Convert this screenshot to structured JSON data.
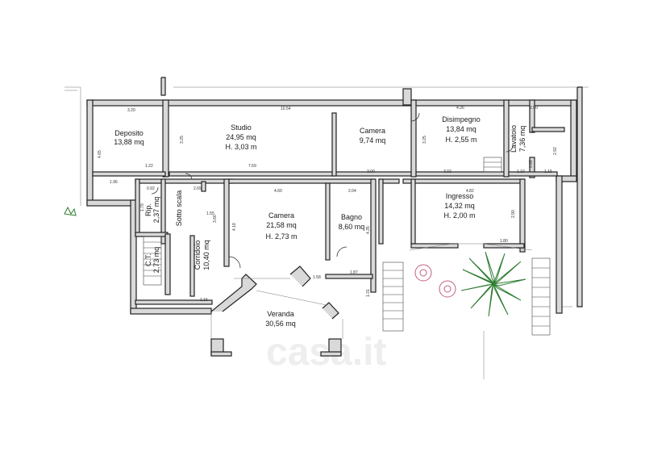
{
  "rooms": {
    "deposito": {
      "name": "Deposito",
      "area": "13,88 mq"
    },
    "studio": {
      "name": "Studio",
      "area": "24,95 mq",
      "height": "H. 3,03 m"
    },
    "camera_small": {
      "name": "Camera",
      "area": "9,74 mq"
    },
    "disimpegno": {
      "name": "Disimpegno",
      "area": "13,84 mq",
      "height": "H. 2,55 m"
    },
    "lavatoio": {
      "name": "Lavatoio",
      "area": "7,36 mq"
    },
    "ingresso": {
      "name": "Ingresso",
      "area": "14,32 mq",
      "height": "H. 2,00 m"
    },
    "rip": {
      "name": "Rip.",
      "area": "2,37 mq"
    },
    "sotto_scala": {
      "name": "Sotto scala"
    },
    "corridoio": {
      "name": "Corridoio",
      "area": "10,40 mq"
    },
    "ct": {
      "name": "C.T.",
      "area": "2,73 mq"
    },
    "camera_main": {
      "name": "Camera",
      "area": "21,58 mq",
      "height": "H. 2,73 m"
    },
    "bagno": {
      "name": "Bagno",
      "area": "8,60 mq"
    },
    "veranda": {
      "name": "Veranda",
      "area": "30,56 mq"
    }
  },
  "dimensions": {
    "d_320": "3.20",
    "d_1054": "10.54",
    "d_426": "4.26",
    "d_250": "2.50",
    "d_465": "4.65",
    "d_325a": "3.25",
    "d_325b": "3.25",
    "d_122": "1.22",
    "d_196": "1.96",
    "d_769": "7.69",
    "d_300": "3.00",
    "d_302": "3.02",
    "d_110": "1.10",
    "d_115": "1.15",
    "d_292": "2.92",
    "d_088": "0.88",
    "d_092": "0.92",
    "d_265": "2.65",
    "d_460": "4.60",
    "d_204": "2.04",
    "d_482": "4.82",
    "d_179": "1.79",
    "d_155": "1.55",
    "d_366": "3.66",
    "d_418": "4.18",
    "d_435": "4.35",
    "d_290": "2.90",
    "d_180": "1.80",
    "d_158": "1.58",
    "d_187": "1.87",
    "d_131": "1.31",
    "d_116": "1.16"
  },
  "watermark": "casa.it"
}
